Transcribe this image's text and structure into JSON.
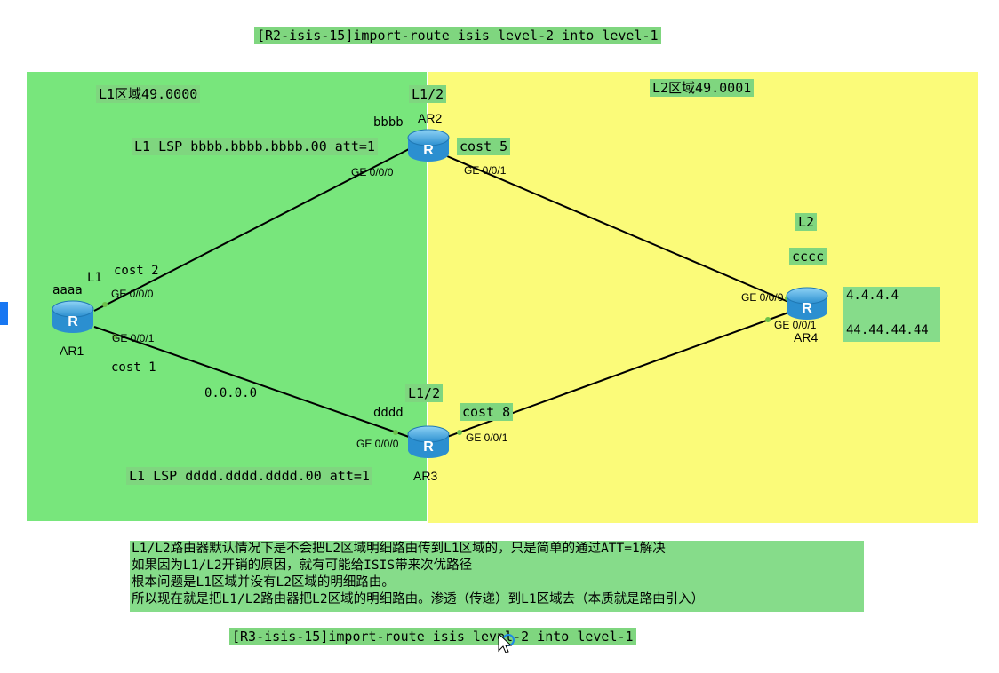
{
  "commands": {
    "top": "[R2-isis-15]import-route isis level-2 into level-1",
    "bottom": "[R3-isis-15]import-route isis level-2 into level-1"
  },
  "zones": {
    "l1": {
      "title": "L1区域49.0000",
      "color": "#78e67c"
    },
    "l2": {
      "title": "L2区域49.0001",
      "color": "#fbfb79"
    }
  },
  "routers": {
    "ar1": {
      "name": "AR1",
      "sysid": "aaaa",
      "level": "L1"
    },
    "ar2": {
      "name": "AR2",
      "sysid": "bbbb",
      "level": "L1/2"
    },
    "ar3": {
      "name": "AR3",
      "sysid": "dddd",
      "level": "L1/2"
    },
    "ar4": {
      "name": "AR4",
      "sysid": "cccc",
      "level": "L2"
    }
  },
  "ports": {
    "ar1_g0": "GE 0/0/0",
    "ar1_g1": "GE 0/0/1",
    "ar2_g0": "GE 0/0/0",
    "ar2_g1": "GE 0/0/1",
    "ar3_g0": "GE 0/0/0",
    "ar3_g1": "GE 0/0/1",
    "ar4_g0": "GE 0/0/0",
    "ar4_g1": "GE 0/0/1"
  },
  "costs": {
    "ar1_ar2": "cost 2",
    "ar1_ar3": "cost 1",
    "ar2_ar4": "cost 5",
    "ar3_ar4": "cost 8"
  },
  "lsp": {
    "ar2": "L1 LSP bbbb.bbbb.bbbb.00 att=1",
    "ar3": "L1 LSP dddd.dddd.dddd.00 att=1"
  },
  "default_route": "0.0.0.0",
  "ar4_routes": [
    "4.4.4.4",
    "44.44.44.44"
  ],
  "notes": [
    "L1/L2路由器默认情况下是不会把L2区域明细路由传到L1区域的，只是简单的通过ATT=1解决",
    "如果因为L1/L2开销的原因，就有可能给ISIS带来次优路径",
    "根本问题是L1区域并没有L2区域的明细路由。",
    "所以现在就是把L1/L2路由器把L2区域的明细路由。渗透（传递）到L1区域去（本质就是路由引入）"
  ],
  "colors": {
    "router": "#4db3e8",
    "note_bg": "#86dc8a",
    "label_bg": "#7fd67f"
  }
}
